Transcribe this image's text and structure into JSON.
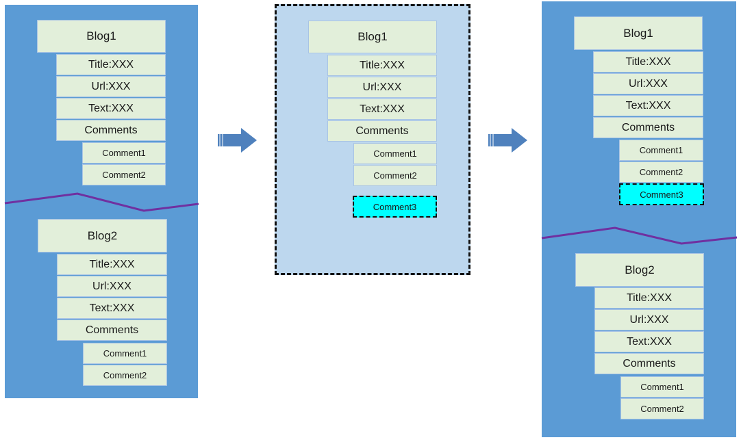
{
  "colors": {
    "panel": "#5b9bd5",
    "panel_light": "#bdd7ee",
    "box": "#e2efda",
    "highlight": "#00ffff",
    "divider": "#7030a0",
    "arrow": "#4f81bd"
  },
  "labels": {
    "blog1": "Blog1",
    "blog2": "Blog2",
    "title": "Title:XXX",
    "url": "Url:XXX",
    "text": "Text:XXX",
    "comments": "Comments",
    "comment1": "Comment1",
    "comment2": "Comment2",
    "comment3": "Comment3"
  },
  "icons": {
    "arrow": "right-arrow-icon"
  }
}
